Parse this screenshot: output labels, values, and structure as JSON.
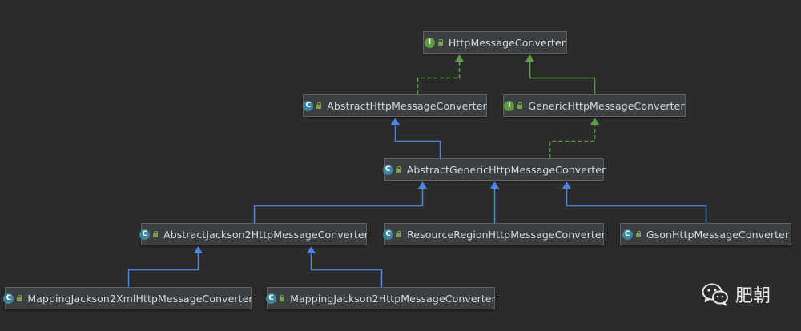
{
  "diagram": {
    "nodes": [
      {
        "id": "n_http",
        "kind": "interface",
        "badge": "I",
        "label": "HttpMessageConverter"
      },
      {
        "id": "n_abstract",
        "kind": "class",
        "badge": "C",
        "label": "AbstractHttpMessageConverter"
      },
      {
        "id": "n_generic",
        "kind": "interface",
        "badge": "I",
        "label": "GenericHttpMessageConverter"
      },
      {
        "id": "n_abs_generic",
        "kind": "class",
        "badge": "C",
        "label": "AbstractGenericHttpMessageConverter"
      },
      {
        "id": "n_abs_jackson",
        "kind": "class",
        "badge": "C",
        "label": "AbstractJackson2HttpMessageConverter"
      },
      {
        "id": "n_resource",
        "kind": "class",
        "badge": "C",
        "label": "ResourceRegionHttpMessageConverter"
      },
      {
        "id": "n_gson",
        "kind": "class",
        "badge": "C",
        "label": "GsonHttpMessageConverter"
      },
      {
        "id": "n_xml",
        "kind": "class",
        "badge": "C",
        "label": "MappingJackson2XmlHttpMessageConverter"
      },
      {
        "id": "n_json",
        "kind": "class",
        "badge": "C",
        "label": "MappingJackson2HttpMessageConverter"
      }
    ],
    "edges": [
      {
        "from": "n_abstract",
        "to": "n_http",
        "type": "implements"
      },
      {
        "from": "n_generic",
        "to": "n_http",
        "type": "extends"
      },
      {
        "from": "n_abs_generic",
        "to": "n_abstract",
        "type": "extends"
      },
      {
        "from": "n_abs_generic",
        "to": "n_generic",
        "type": "implements"
      },
      {
        "from": "n_abs_jackson",
        "to": "n_abs_generic",
        "type": "extends"
      },
      {
        "from": "n_resource",
        "to": "n_abs_generic",
        "type": "extends"
      },
      {
        "from": "n_gson",
        "to": "n_abs_generic",
        "type": "extends"
      },
      {
        "from": "n_xml",
        "to": "n_abs_jackson",
        "type": "extends"
      },
      {
        "from": "n_json",
        "to": "n_abs_jackson",
        "type": "extends"
      }
    ]
  },
  "colors": {
    "background": "#2b2b2b",
    "node_fill": "#3c3f41",
    "class_badge": "#3e86a0",
    "interface_badge": "#5f9d3c",
    "extends_edge": "#4a87e8",
    "implements_edge": "#5a9e45",
    "interface_extends_edge": "#5a9e45"
  },
  "watermark": {
    "icon": "wechat-icon",
    "text": "肥朝"
  }
}
